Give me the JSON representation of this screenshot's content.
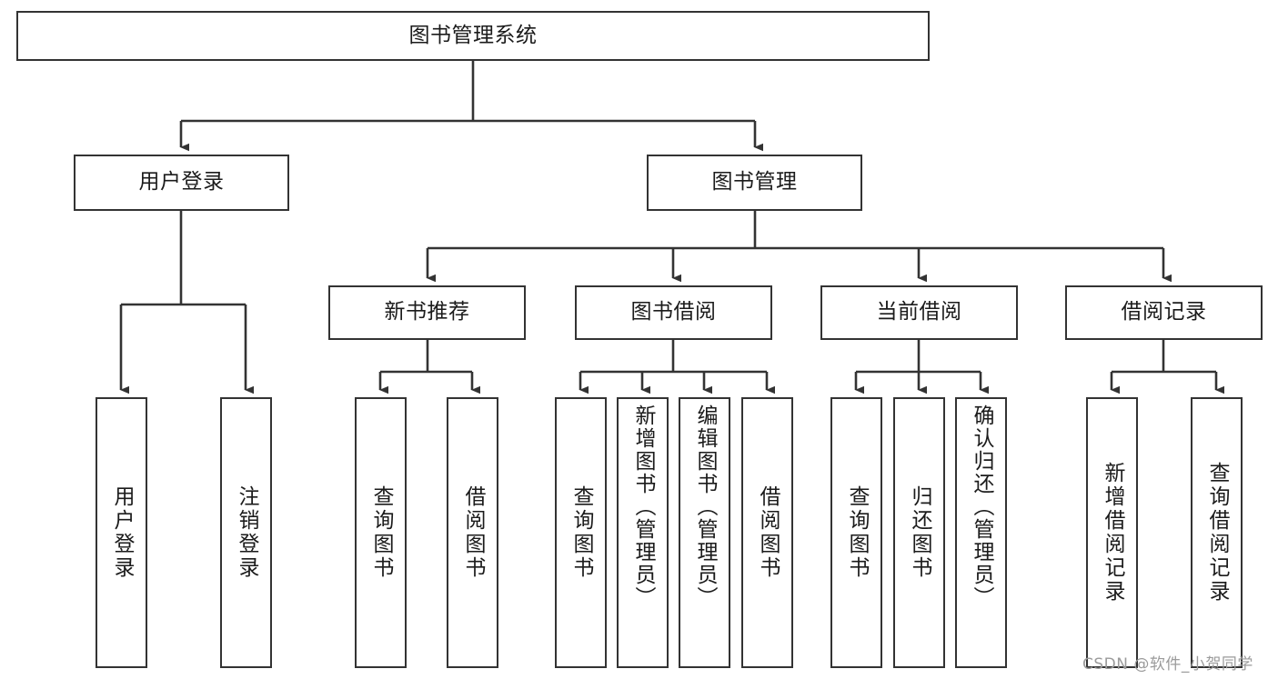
{
  "diagram": {
    "title": "图书管理系统",
    "type": "tree-hierarchy",
    "colors": {
      "box_border": "#333333",
      "box_fill": "#ffffff",
      "edge": "#333333",
      "text": "#1b1b1b",
      "watermark": "#9b9b9b",
      "background": "#ffffff"
    },
    "root": {
      "label": "图书管理系统"
    },
    "level1": [
      {
        "label": "用户登录"
      },
      {
        "label": "图书管理"
      }
    ],
    "level2": [
      {
        "label": "新书推荐"
      },
      {
        "label": "图书借阅"
      },
      {
        "label": "当前借阅"
      },
      {
        "label": "借阅记录"
      }
    ],
    "leaves": {
      "user_login": [
        {
          "label": "用户登录"
        },
        {
          "label": "注销登录"
        }
      ],
      "new_book_recommend": [
        {
          "label": "查询图书"
        },
        {
          "label": "借阅图书"
        }
      ],
      "book_borrow": [
        {
          "label": "查询图书"
        },
        {
          "label": "新增图书（管理员）"
        },
        {
          "label": "编辑图书（管理员）"
        },
        {
          "label": "借阅图书"
        }
      ],
      "current_borrow": [
        {
          "label": "查询图书"
        },
        {
          "label": "归还图书"
        },
        {
          "label": "确认归还（管理员）"
        }
      ],
      "borrow_records": [
        {
          "label": "新增借阅记录"
        },
        {
          "label": "查询借阅记录"
        }
      ]
    },
    "watermark": "CSDN @软件_小贺同学"
  }
}
